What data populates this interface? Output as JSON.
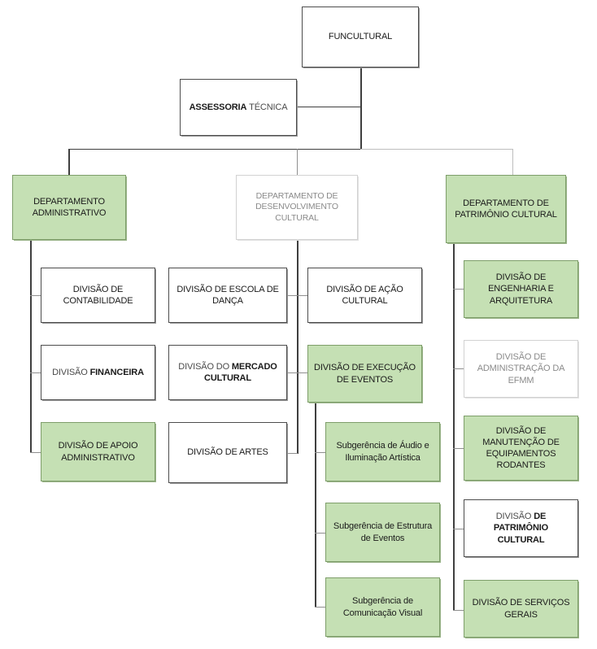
{
  "diagram": {
    "title": "Organograma FUNCULTURAL",
    "type": "organizational-chart",
    "colors": {
      "green_fill": "#c5e0b4",
      "green_border": "#7e9e6a",
      "white_fill": "#ffffff",
      "dark_border": "#4d4d4d",
      "light_border": "#d2d2d2",
      "dark_text": "#1a1a1a",
      "light_text": "#8a8a8a"
    }
  },
  "nodes": {
    "root": {
      "label": "FUNCULTURAL",
      "style": "white-dark"
    },
    "staff": {
      "label": "ASSESSORIA TÉCNICA",
      "label_bold": "ASSESSORIA",
      "label_rest": "TÉCNICA",
      "style": "white-dark"
    },
    "dept_admin": {
      "label": "DEPARTAMENTO ADMINISTRATIVO",
      "line1": "DEPARTAMENTO",
      "line2": "ADMINISTRATIVO",
      "style": "green"
    },
    "dept_desenv": {
      "label": "DEPARTAMENTO DE DESENVOLVIMENTO CULTURAL",
      "line1": "DEPARTAMENTO DE",
      "line2": "DESENVOLVIMENTO",
      "line3": "CULTURAL",
      "style": "white-light"
    },
    "dept_patrimonio": {
      "label": "DEPARTAMENTO DE PATRIMÔNIO CULTURAL",
      "line1": "DEPARTAMENTO DE",
      "line2": "PATRIMÔNIO CULTURAL",
      "style": "green"
    },
    "div_contabilidade": {
      "label": "DIVISÃO DE CONTABILIDADE",
      "line1": "DIVISÃO DE",
      "line2": "CONTABILIDADE",
      "style": "white-dark"
    },
    "div_financeira": {
      "label": "DIVISÃO FINANCEIRA",
      "label_light": "DIVISÃO",
      "label_bold": "FINANCEIRA",
      "style": "white-dark"
    },
    "div_apoio": {
      "label": "DIVISÃO DE APOIO ADMINISTRATIVO",
      "line1": "DIVISÃO DE APOIO",
      "line2": "ADMINISTRATIVO",
      "style": "green"
    },
    "div_escola_danca": {
      "label": "DIVISÃO DE ESCOLA DE DANÇA",
      "line1": "DIVISÃO DE ESCOLA DE",
      "line2": "DANÇA",
      "style": "white-dark"
    },
    "div_mercado": {
      "label": "DIVISÃO DO MERCADO CULTURAL",
      "light1": "DIVISÃO DO",
      "bold1": "MERCADO",
      "bold2": "CULTURAL",
      "style": "white-dark"
    },
    "div_artes": {
      "label": "DIVISÃO DE ARTES",
      "style": "white-dark"
    },
    "div_acao": {
      "label": "DIVISÃO DE AÇÃO CULTURAL",
      "line1": "DIVISÃO DE AÇÃO",
      "line2": "CULTURAL",
      "style": "white-dark"
    },
    "div_execucao": {
      "label": "DIVISÃO DE EXECUÇÃO DE EVENTOS",
      "line1": "DIVISÃO DE EXECUÇÃO",
      "line2": "DE EVENTOS",
      "style": "green"
    },
    "sub_audio": {
      "label": "Subgerência de Áudio e Iluminação Artística",
      "line1": "Subgerência de Áudio e",
      "line2": "Iluminação Artística",
      "style": "green"
    },
    "sub_estrutura": {
      "label": "Subgerência de Estrutura de Eventos",
      "line1": "Subgerência de Estrutura",
      "line2": "de Eventos",
      "style": "green"
    },
    "sub_comunicacao": {
      "label": "Subgerência de Comunicação Visual",
      "line1": "Subgerência de",
      "line2": "Comunicação Visual",
      "style": "green"
    },
    "div_engenharia": {
      "label": "DIVISÃO DE ENGENHARIA E ARQUITETURA",
      "line1": "DIVISÃO DE",
      "line2": "ENGENHARIA E",
      "line3": "ARQUITETURA",
      "style": "green"
    },
    "div_efmm": {
      "label": "DIVISÃO DE ADMINISTRAÇÃO DA EFMM",
      "line1": "DIVISÃO DE",
      "line2": "ADMINISTRAÇÃO DA",
      "line3": "EFMM",
      "style": "white-light"
    },
    "div_manutencao": {
      "label": "DIVISÃO DE MANUTENÇÃO DE EQUIPAMENTOS RODANTES",
      "line1": "DIVISÃO DE",
      "line2": "MANUTENÇÃO DE",
      "line3": "EQUIPAMENTOS",
      "line4": "RODANTES",
      "style": "green"
    },
    "div_patrimonio": {
      "label": "DIVISÃO DE PATRIMÔNIO CULTURAL",
      "light1": "DIVISÃO",
      "bold1": "DE PATRIMÔNIO",
      "bold2": "CULTURAL",
      "style": "white-dark"
    },
    "div_servicos": {
      "label": "DIVISÃO DE SERVIÇOS GERAIS",
      "line1": "DIVISÃO DE SERVIÇOS",
      "line2": "GERAIS",
      "style": "green"
    }
  }
}
